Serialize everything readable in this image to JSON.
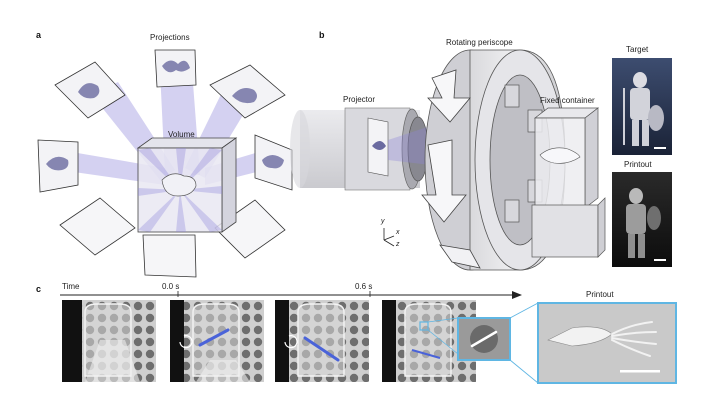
{
  "panel_a": {
    "letter": "a",
    "projections_label": "Projections",
    "volume_label": "Volume"
  },
  "panel_b": {
    "letter": "b",
    "projector_label": "Projector",
    "periscope_label": "Rotating periscope",
    "container_label": "Fixed container",
    "target_label": "Target",
    "printout_label": "Printout",
    "axis_y": "y",
    "axis_x": "x",
    "axis_z": "z"
  },
  "panel_c": {
    "letter": "c",
    "time_label": "Time",
    "t0_label": "0.0 s",
    "t1_label": "0.6 s",
    "printout_label": "Printout"
  },
  "colors": {
    "beam": "#8f86d9",
    "accent_blue": "#5fb6e3",
    "outline": "#333333"
  }
}
